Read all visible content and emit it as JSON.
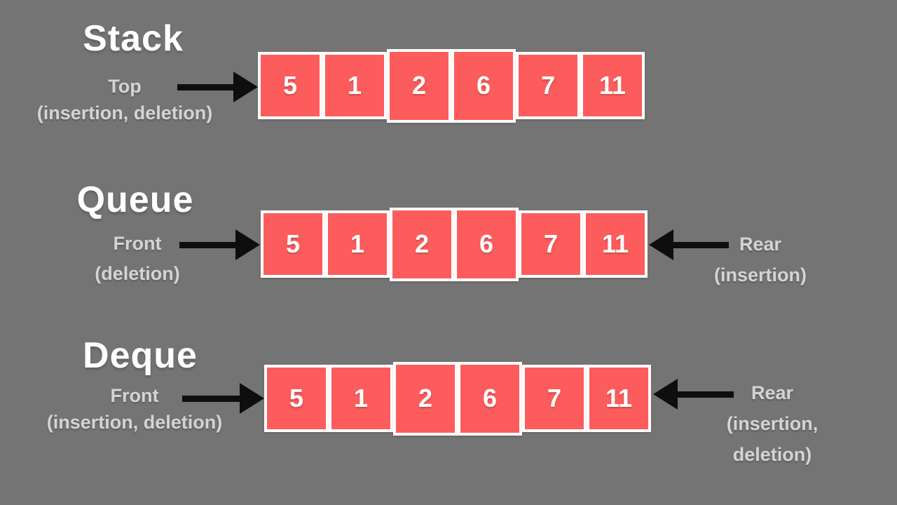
{
  "colors": {
    "background": "#747474",
    "cell_fill": "#fc5c5c",
    "cell_border": "#ffffff",
    "arrow": "#0e0e0e",
    "title_text": "#ffffff",
    "label_text": "#d4d4d4",
    "value_text": "#ffffff"
  },
  "sections": [
    {
      "title": "Stack",
      "values": [
        "5",
        "1",
        "2",
        "6",
        "7",
        "11"
      ],
      "left_label": {
        "lines": [
          "Top",
          "(insertion, deletion)"
        ]
      },
      "right_label": null
    },
    {
      "title": "Queue",
      "values": [
        "5",
        "1",
        "2",
        "6",
        "7",
        "11"
      ],
      "left_label": {
        "lines": [
          "Front",
          "(deletion)"
        ]
      },
      "right_label": {
        "lines": [
          "Rear",
          "(insertion)"
        ]
      }
    },
    {
      "title": "Deque",
      "values": [
        "5",
        "1",
        "2",
        "6",
        "7",
        "11"
      ],
      "left_label": {
        "lines": [
          "Front",
          "(insertion, deletion)"
        ]
      },
      "right_label": {
        "lines": [
          "Rear",
          "(insertion,",
          "deletion)"
        ]
      }
    }
  ]
}
